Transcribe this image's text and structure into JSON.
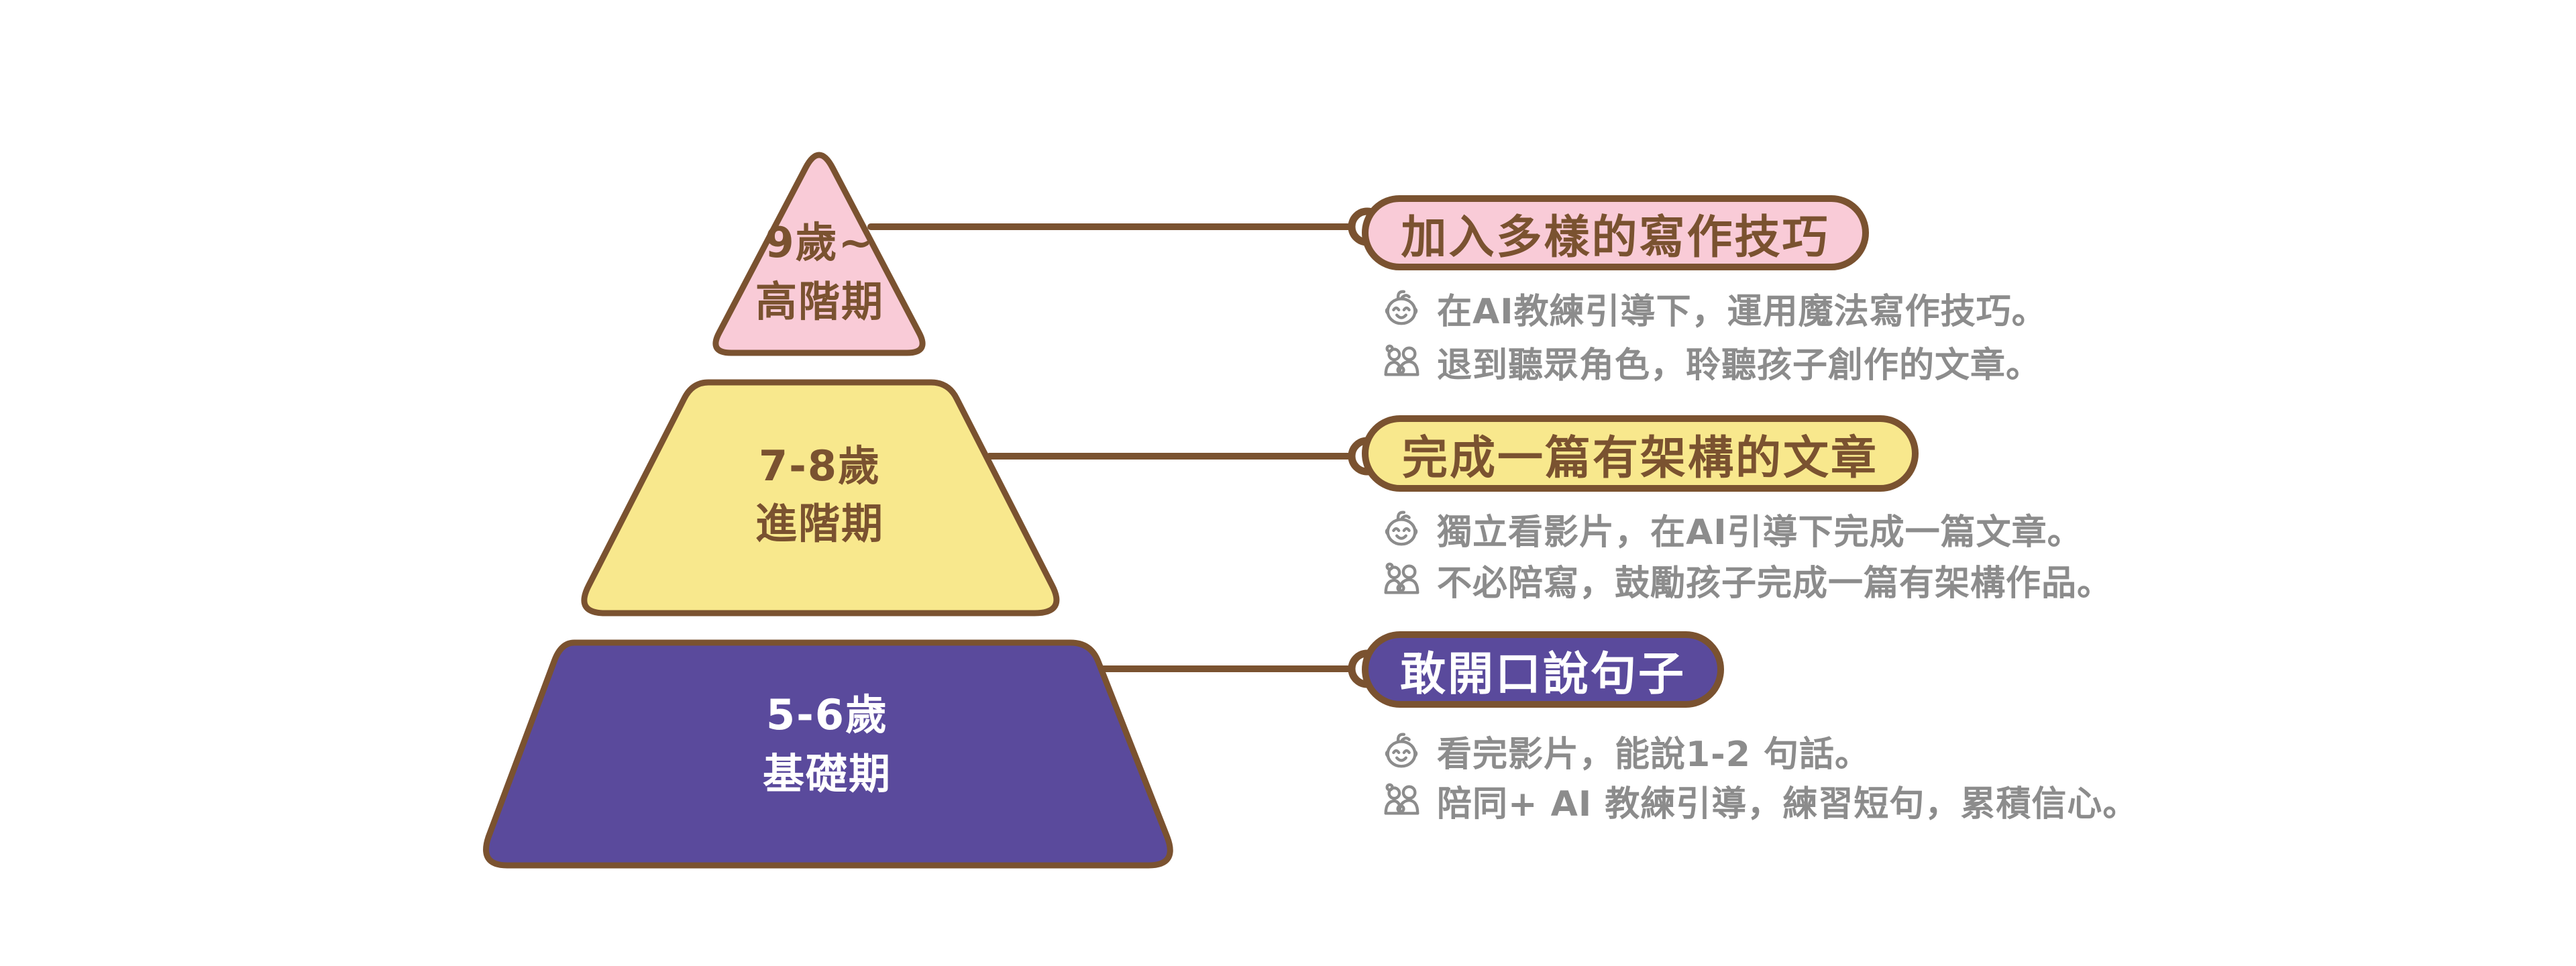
{
  "page": {
    "background": "#ffffff",
    "description_type": "pyramid-infographic"
  },
  "colors": {
    "outline_brown": "#7a5230",
    "tier1_fill": "#f9cbd7",
    "tier2_fill": "#f8e88d",
    "tier3_fill": "#5a4a9c",
    "bullet_gray": "#8c8c8c",
    "connector_node_fill": "#ffffff"
  },
  "pyramid": {
    "tiers": [
      {
        "age": "9歲~",
        "stage": "高階期",
        "fill": "#f9cbd7",
        "text_color": "#7a5230"
      },
      {
        "age": "7-8歲",
        "stage": "進階期",
        "fill": "#f8e88d",
        "text_color": "#7a5230"
      },
      {
        "age": "5-6歲",
        "stage": "基礎期",
        "fill": "#5a4a9c",
        "text_color": "#ffffff"
      }
    ]
  },
  "callouts": [
    {
      "title": "加入多樣的寫作技巧",
      "pill_color": "#f9cbd7",
      "title_color": "#7a5230",
      "bullets": [
        {
          "icon": "child-face-icon",
          "text": "在AI教練引導下，運用魔法寫作技巧。"
        },
        {
          "icon": "family-icon",
          "text": "退到聽眾角色，聆聽孩子創作的文章。"
        }
      ]
    },
    {
      "title": "完成一篇有架構的文章",
      "pill_color": "#f8e88d",
      "title_color": "#7a5230",
      "bullets": [
        {
          "icon": "child-face-icon",
          "text": "獨立看影片，在AI引導下完成一篇文章。"
        },
        {
          "icon": "family-icon",
          "text": "不必陪寫，鼓勵孩子完成一篇有架構作品。"
        }
      ]
    },
    {
      "title": "敢開口說句子",
      "pill_color": "#5a4a9c",
      "title_color": "#ffffff",
      "bullets": [
        {
          "icon": "child-face-icon",
          "text": "看完影片，能說1-2 句話。"
        },
        {
          "icon": "family-icon",
          "text": "陪同+ AI 教練引導，練習短句，累積信心。"
        }
      ]
    }
  ]
}
